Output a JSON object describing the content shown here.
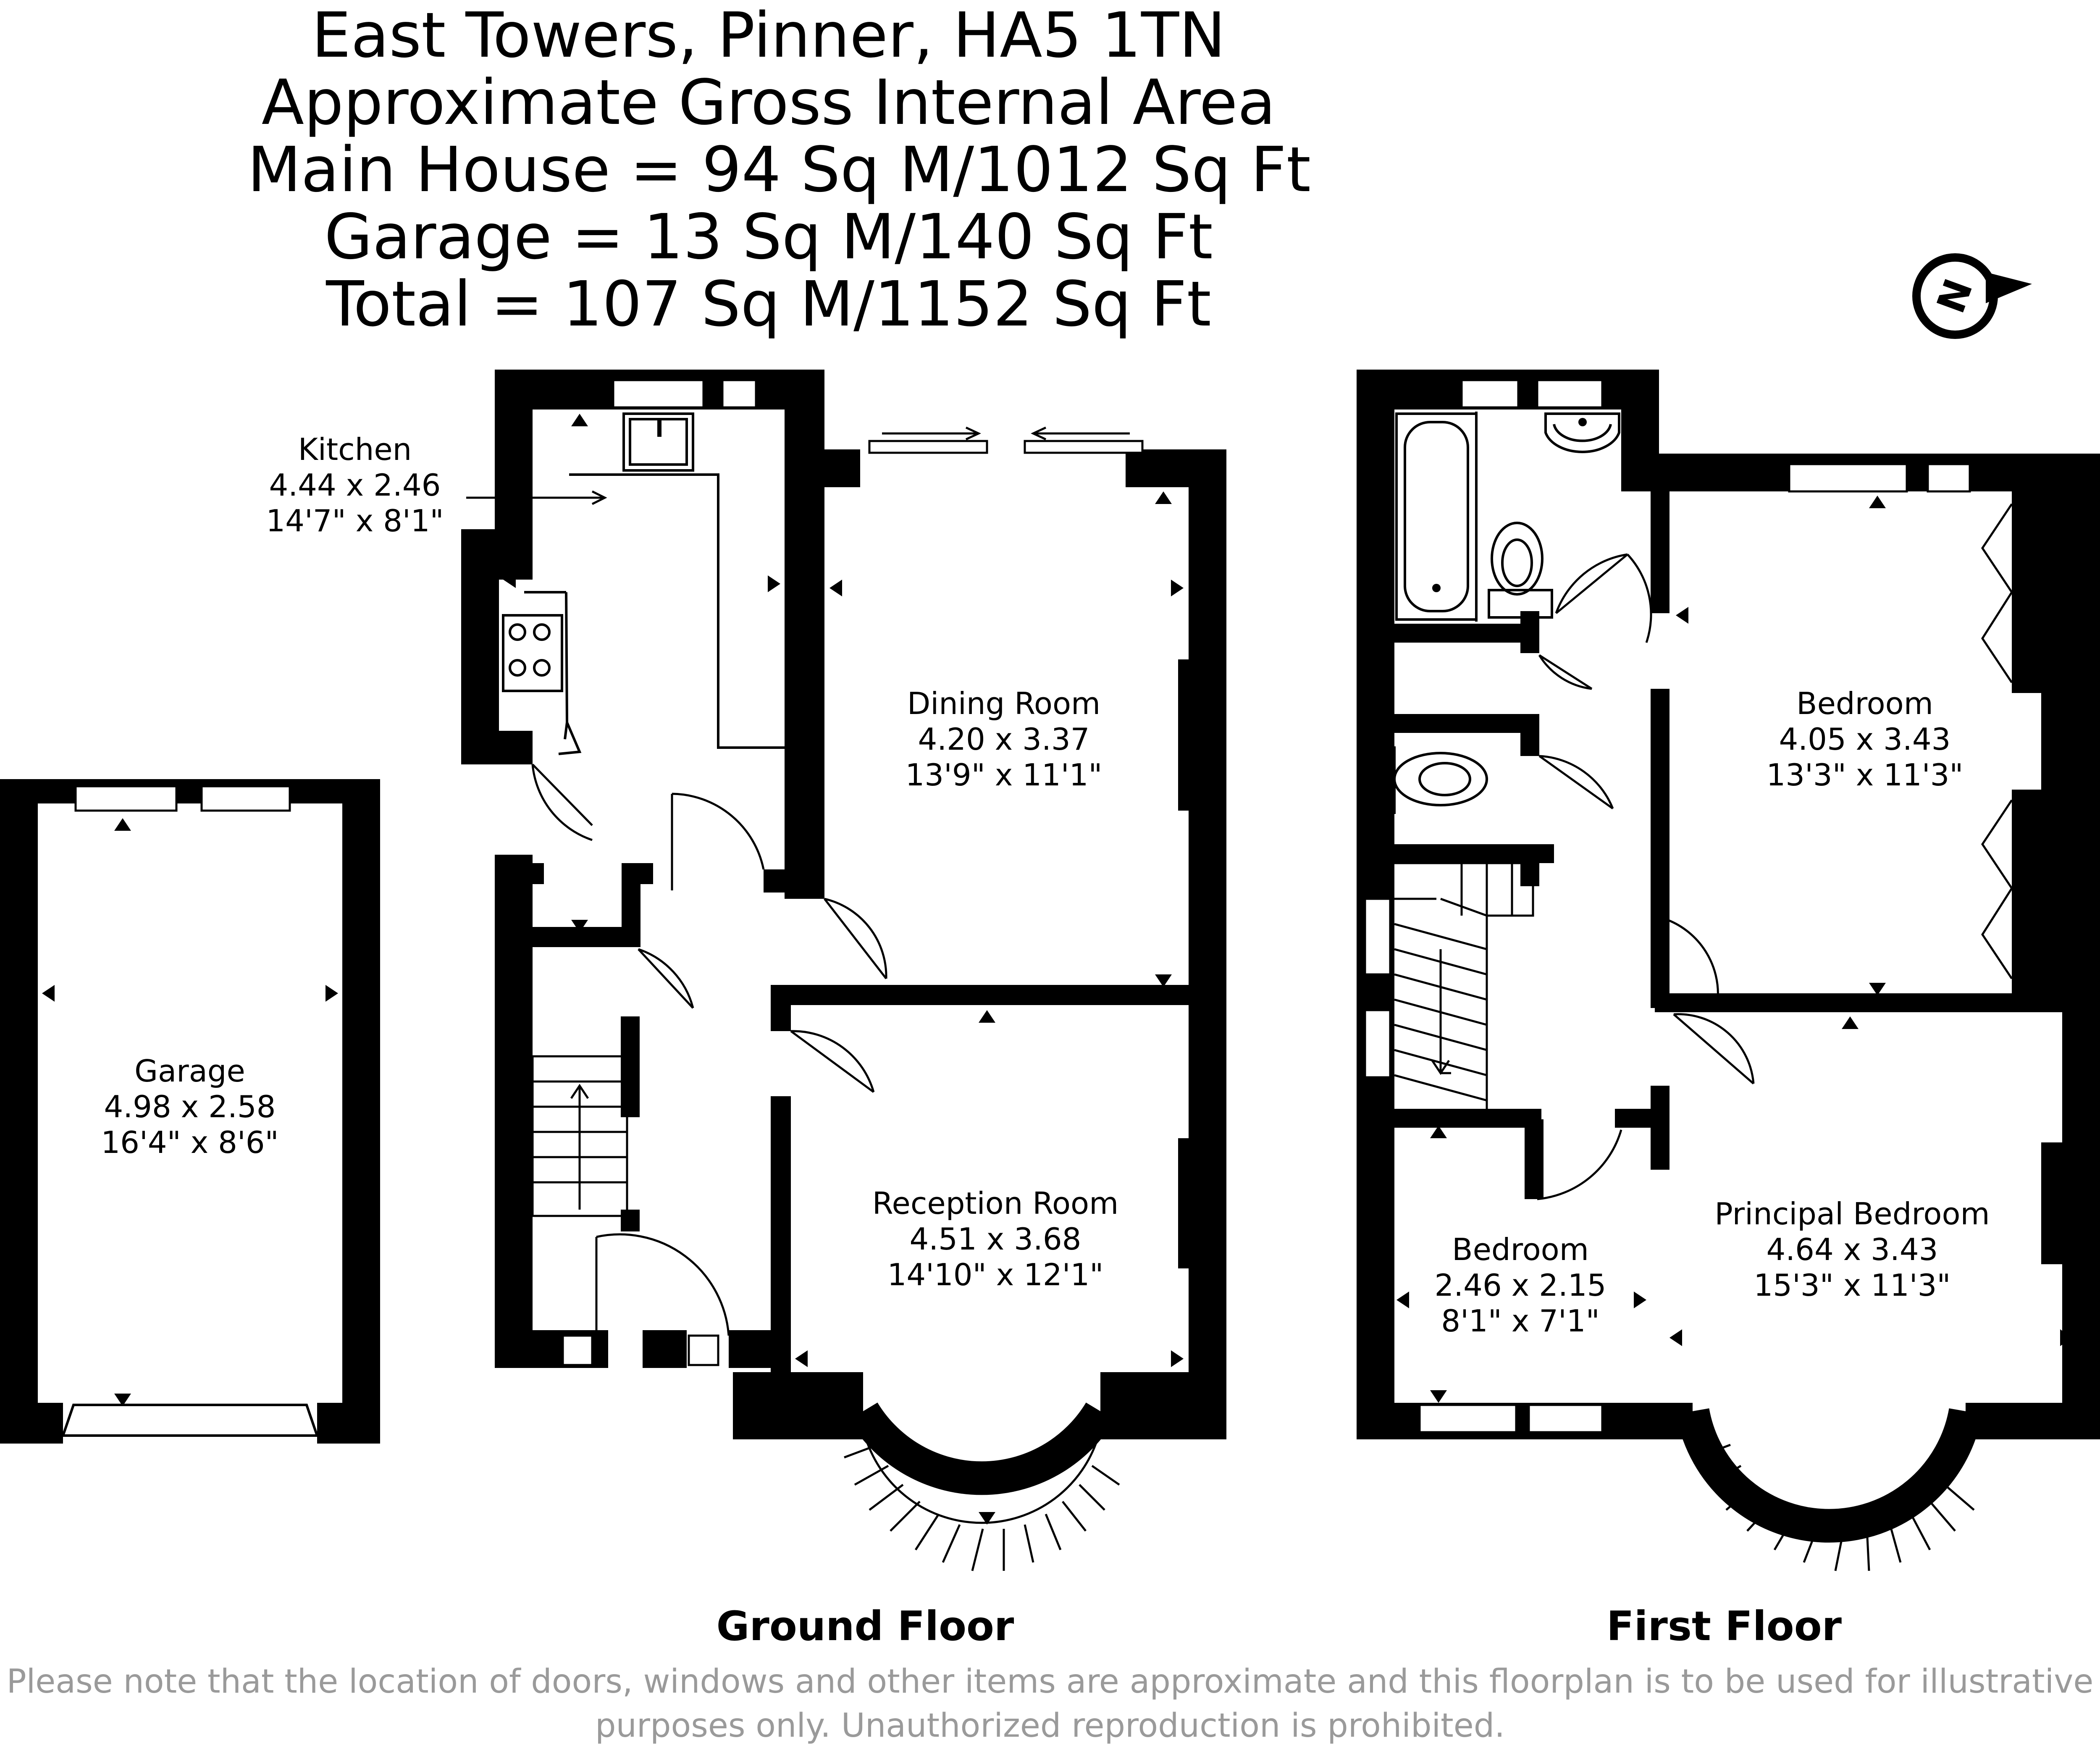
{
  "header": {
    "address": "East Towers, Pinner, HA5 1TN",
    "subtitle": "Approximate Gross Internal Area",
    "main_house": "Main House = 94 Sq M/1012 Sq Ft",
    "garage": "Garage = 13 Sq M/140 Sq Ft",
    "total": "Total = 107 Sq M/1152 Sq Ft"
  },
  "compass": {
    "letter": "N"
  },
  "floors": {
    "ground": "Ground Floor",
    "first": "First Floor"
  },
  "rooms": {
    "kitchen": {
      "name": "Kitchen",
      "metric": "4.44 x 2.46",
      "imperial": "14'7\" x 8'1\""
    },
    "dining": {
      "name": "Dining Room",
      "metric": "4.20 x 3.37",
      "imperial": "13'9\" x 11'1\""
    },
    "reception": {
      "name": "Reception Room",
      "metric": "4.51 x 3.68",
      "imperial": "14'10\" x 12'1\""
    },
    "garage": {
      "name": "Garage",
      "metric": "4.98 x 2.58",
      "imperial": "16'4\" x 8'6\""
    },
    "bedroom_rear": {
      "name": "Bedroom",
      "metric": "4.05 x 3.43",
      "imperial": "13'3\" x 11'3\""
    },
    "principal": {
      "name": "Principal Bedroom",
      "metric": "4.64 x 3.43",
      "imperial": "15'3\" x 11'3\""
    },
    "bedroom_small": {
      "name": "Bedroom",
      "metric": "2.46 x 2.15",
      "imperial": "8'1\" x 7'1\""
    }
  },
  "disclaimer": {
    "line1": "Please note that the location of doors, windows and other items are approximate and this floorplan is to be used for illustrative",
    "line2": "purposes only. Unauthorized reproduction is prohibited."
  }
}
